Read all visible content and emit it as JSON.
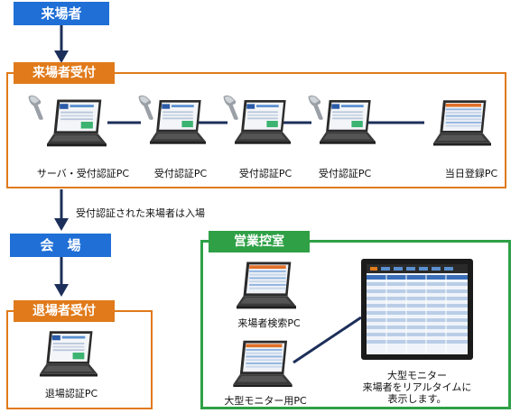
{
  "visitor_label": "来場者",
  "reception": {
    "title": "来場者受付",
    "devices": [
      "サーバ・受付認証PC",
      "受付認証PC",
      "受付認証PC",
      "受付認証PC",
      "当日登録PC"
    ]
  },
  "transition_note": "受付認証された来場者は入場",
  "venue_label": "会　場",
  "exit": {
    "title": "退場者受付",
    "device": "退場認証PC"
  },
  "sales_room": {
    "title": "営業控室",
    "search_pc": "来場者検索PC",
    "monitor_pc": "大型モニター用PC",
    "monitor_caption": [
      "大型モニター",
      "来場者をリアルタイムに",
      "表示します。"
    ]
  },
  "colors": {
    "blue": "#1f6fd6",
    "orange": "#e07a1a",
    "green": "#2fa046",
    "navy_line": "#1c2f5a"
  }
}
